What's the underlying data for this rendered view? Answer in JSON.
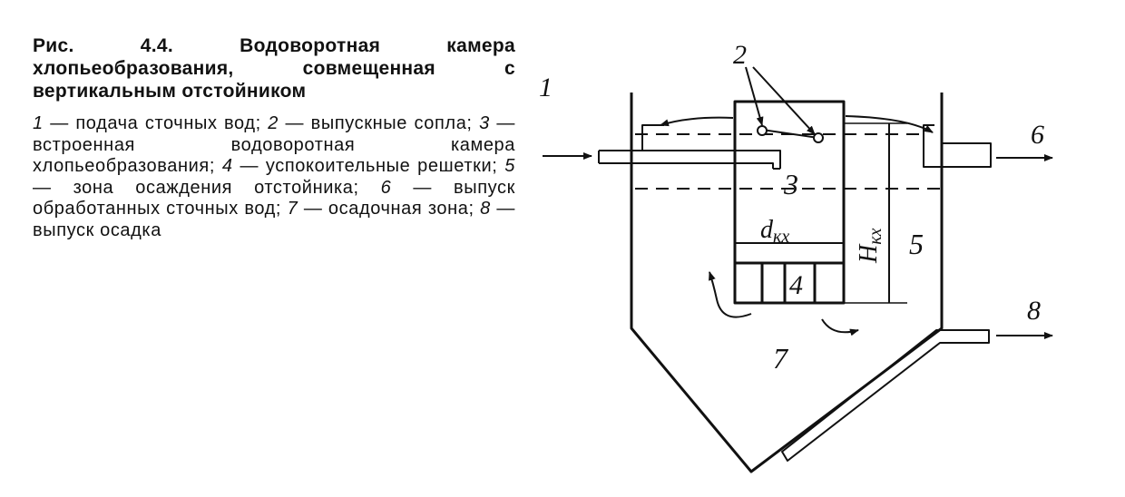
{
  "figure": {
    "title": "Рис. 4.4. Водоворотная камера хлопьеобразования, совмещенная с вертикальным отстойником",
    "legend": [
      {
        "num": "1",
        "text": "подача сточных вод;"
      },
      {
        "num": "2",
        "text": "выпускные сопла;"
      },
      {
        "num": "3",
        "text": "встроенная водоворотная камера хлопьеобразования;"
      },
      {
        "num": "4",
        "text": "успокоительные решетки;"
      },
      {
        "num": "5",
        "text": "зона осаждения отстойника;"
      },
      {
        "num": "6",
        "text": "выпуск обработанных сточных вод;"
      },
      {
        "num": "7",
        "text": "осадочная зона;"
      },
      {
        "num": "8",
        "text": "выпуск осадка"
      }
    ]
  },
  "diagram": {
    "labels": {
      "l1": "1",
      "l2": "2",
      "l3": "3",
      "l4": "4",
      "l5": "5",
      "l6": "6",
      "l7": "7",
      "l8": "8",
      "dkx": "d",
      "dkx_sub": "кх",
      "hkx": "H",
      "hkx_sub": "кх"
    }
  }
}
